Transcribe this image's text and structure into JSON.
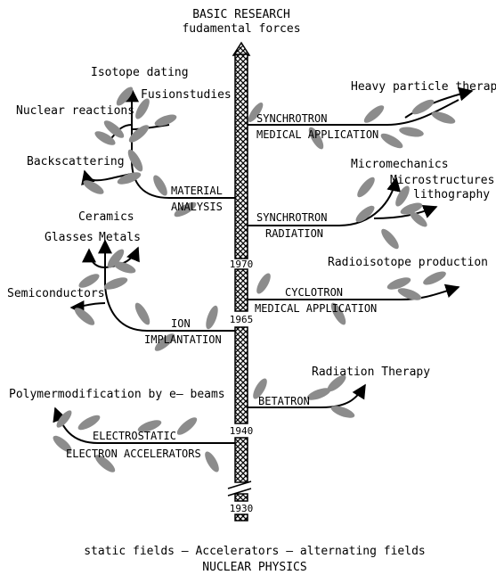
{
  "top": {
    "line1": "BASIC RESEARCH",
    "line2": "fudamental forces"
  },
  "bottom": {
    "line1": "static fields  –  Accelerators  –  alternating fields",
    "line2": "NUCLEAR PHYSICS"
  },
  "years": [
    "1930",
    "1940",
    "1965",
    "1970"
  ],
  "left_tree": {
    "labels": [
      "Isotope dating",
      "Fusionstudies",
      "Nuclear reactions",
      "Backscattering",
      "Ceramics",
      "Glasses",
      "Metals",
      "Semiconductors",
      "Polymermodification by e– beams"
    ],
    "stems": [
      {
        "line1": "MATERIAL",
        "line2": "ANALYSIS"
      },
      {
        "line1": "ION",
        "line2": "IMPLANTATION"
      },
      {
        "line1": "ELECTROSTATIC",
        "line2": "ELECTRON ACCELERATORS"
      }
    ]
  },
  "right_tree": {
    "labels": [
      "Heavy particle therapy",
      "Micromechanics",
      "Microstructures",
      "lithography",
      "Radioisotope production",
      "Radiation Therapy"
    ],
    "stems": [
      {
        "line1": "SYNCHROTRON",
        "line2": "MEDICAL APPLICATION"
      },
      {
        "line1": "SYNCHROTRON",
        "line2": "RADIATION"
      },
      {
        "line1": "CYCLOTRON",
        "line2": "MEDICAL APPLICATION"
      },
      {
        "line1": "BETATRON",
        "line2": ""
      }
    ]
  },
  "colors": {
    "leaf": "#8c8c8c",
    "line": "#000000",
    "background": "#ffffff"
  }
}
